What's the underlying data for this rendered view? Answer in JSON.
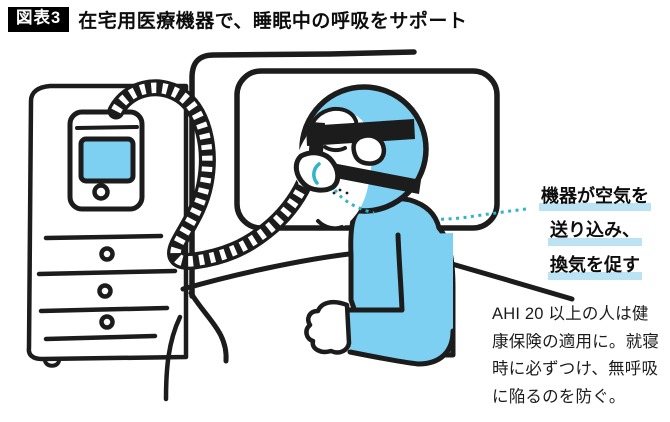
{
  "figure": {
    "badge": "図表3",
    "title": "在宅用医療機器で、睡眠中の呼吸をサポート"
  },
  "callout": {
    "lines": [
      "機器が空気を",
      "送り込み、",
      "換気を促す"
    ]
  },
  "note": {
    "lines": [
      "AHI 20 以上の人は健",
      "康保険の適用に。就寝",
      "時に必ずつけ、無呼吸",
      "に陥るのを防ぐ。"
    ]
  },
  "illustration": {
    "parts": [
      "drawer-chest",
      "cpap-machine",
      "air-hose",
      "bed-headboard",
      "sleeping-person-with-cpap-mask",
      "blanket"
    ],
    "colors": {
      "accent_blue": "#7DD0F1",
      "underline_blue": "#BCE3F4",
      "dotted_teal": "#2FB4C8",
      "ink": "#1C1C1C"
    }
  }
}
